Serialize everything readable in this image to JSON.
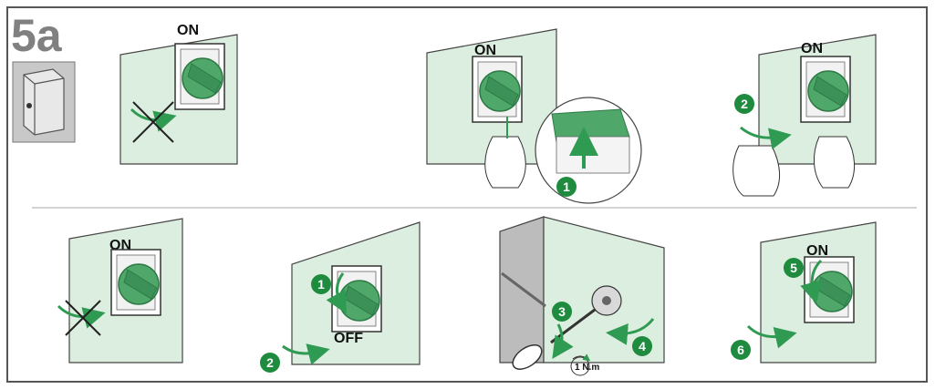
{
  "header": {
    "section_code": "5a"
  },
  "panels": [
    {
      "switch_label": "ON"
    },
    {
      "switch_label": "ON",
      "steps": [
        "1"
      ]
    },
    {
      "switch_label": "ON",
      "steps": [
        "2"
      ]
    },
    {
      "switch_label": "ON"
    },
    {
      "switch_label": "OFF",
      "steps": [
        "1",
        "2"
      ]
    },
    {
      "steps": [
        "3",
        "4"
      ],
      "torque": "1 N.m"
    },
    {
      "switch_label": "ON",
      "steps": [
        "5",
        "6"
      ]
    }
  ],
  "colors": {
    "panel_fill": "#dceedf",
    "handle_green": "#4fa86a",
    "handle_dark": "#2d7a45",
    "arrow_green": "#2f9a52",
    "step_badge": "#1e8b3e",
    "frame": "#555555",
    "header_bg": "#808080"
  },
  "icons": [
    "enclosure-icon",
    "hand-icon",
    "screwdriver-icon",
    "cross-mark-icon",
    "curved-arrow-icon",
    "torque-icon"
  ]
}
